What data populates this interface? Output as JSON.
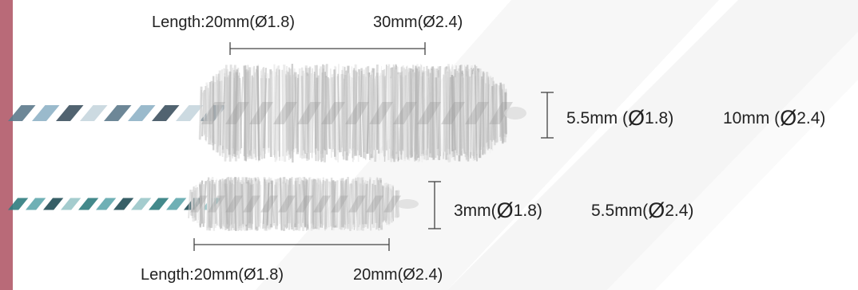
{
  "colors": {
    "accent_strip": "#b96a78",
    "background_stripes": "#f4f4f4",
    "dimension_lines": "#444444",
    "bristles": "#c9c9c9",
    "large_wire": [
      "#5d7a8c",
      "#8fb2c6",
      "#3e5260",
      "#c7d6de"
    ],
    "small_wire": [
      "#2f7c7e",
      "#5fa7ad",
      "#214e56",
      "#9ac6c9"
    ]
  },
  "large_brush": {
    "length_text": "Length:20mm(Ø1.8)",
    "length_text_2": "30mm(Ø2.4)",
    "diameter": {
      "a_value": "5.5mm (",
      "a_symbol": "Ø",
      "a_num": "1.8)",
      "b_value": "10mm (",
      "b_symbol": "Ø",
      "b_num": "2.4)"
    }
  },
  "small_brush": {
    "diameter": {
      "a_value": "3mm(",
      "a_symbol": "Ø",
      "a_num": "1.8)",
      "b_value": "5.5mm(",
      "b_symbol": "Ø",
      "b_num": "2.4)"
    },
    "length_text": "Length:20mm(Ø1.8)",
    "length_text_2": "20mm(Ø2.4)"
  }
}
